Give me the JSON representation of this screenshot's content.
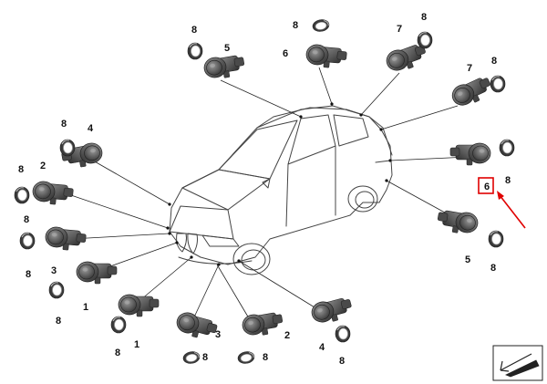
{
  "colors": {
    "background": "#ffffff",
    "line": "#222222",
    "car_outline": "#444444",
    "sensor_body": "#5a5a5a",
    "sensor_dark": "#2e2e2e",
    "sensor_light": "#8a8a8a",
    "ring_dark": "#3a3a3a",
    "ring_light": "#bdbdbd",
    "highlight_box": "#e00000",
    "arrow": "#e00000"
  },
  "icons": {
    "sensor": "parking-sensor-icon",
    "ring": "seal-ring-icon",
    "view_direction": "view-direction-icon",
    "arrow": "pointer-arrow-icon"
  },
  "callouts": [
    {
      "id": "c1",
      "text": "8"
    },
    {
      "id": "c2",
      "text": "5"
    },
    {
      "id": "c3",
      "text": "8"
    },
    {
      "id": "c4",
      "text": "6"
    },
    {
      "id": "c5",
      "text": "8"
    },
    {
      "id": "c6",
      "text": "7"
    },
    {
      "id": "c7",
      "text": "7"
    },
    {
      "id": "c8",
      "text": "8"
    },
    {
      "id": "c9",
      "text": "8"
    },
    {
      "id": "c10",
      "text": "4"
    },
    {
      "id": "c11",
      "text": "8"
    },
    {
      "id": "c12",
      "text": "2"
    },
    {
      "id": "c13",
      "text": "8"
    },
    {
      "id": "c14",
      "text": "3"
    },
    {
      "id": "c15",
      "text": "1"
    },
    {
      "id": "c16",
      "text": "8"
    },
    {
      "id": "c17",
      "text": "8"
    },
    {
      "id": "c18",
      "text": "1"
    },
    {
      "id": "c19",
      "text": "3"
    },
    {
      "id": "c20",
      "text": "8"
    },
    {
      "id": "c21",
      "text": "2"
    },
    {
      "id": "c22",
      "text": "8"
    },
    {
      "id": "c23",
      "text": "4"
    },
    {
      "id": "c24",
      "text": "8"
    },
    {
      "id": "c25",
      "text": "6"
    },
    {
      "id": "c26",
      "text": "8"
    },
    {
      "id": "c27",
      "text": "5"
    },
    {
      "id": "c28",
      "text": "8"
    },
    {
      "id": "c29",
      "text": "8"
    }
  ]
}
